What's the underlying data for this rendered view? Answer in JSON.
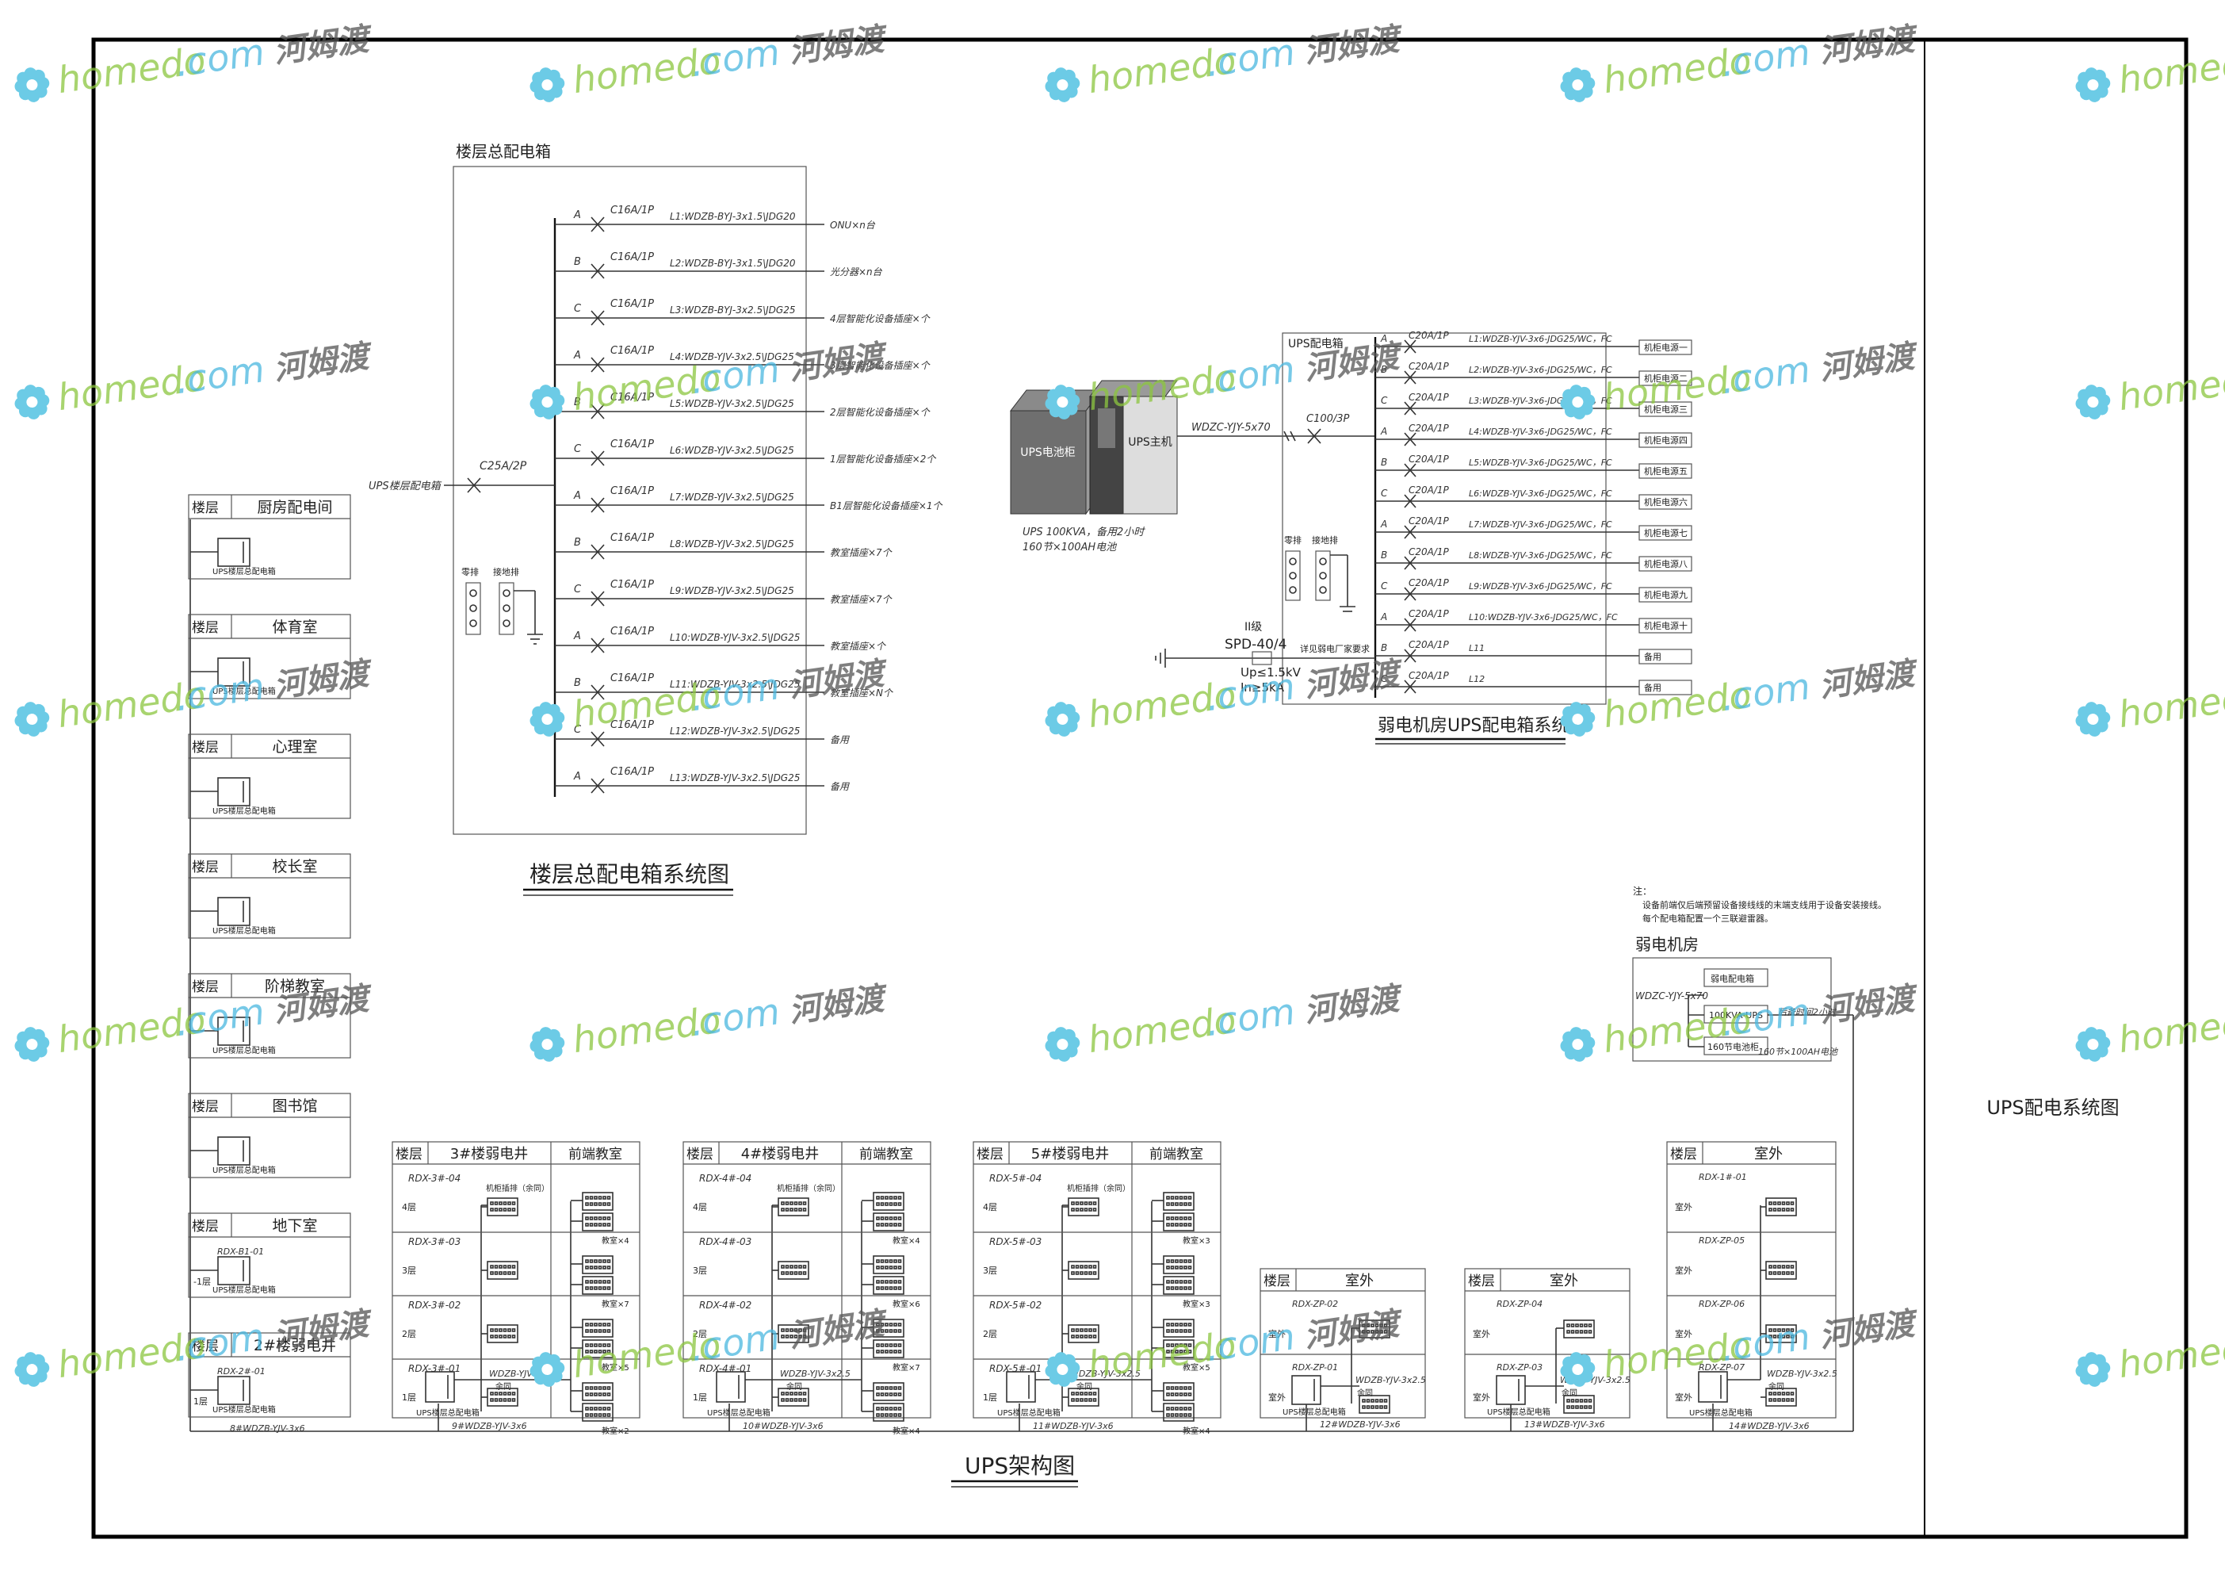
{
  "floor_panel": {
    "title": "楼层总配电箱",
    "caption": "楼层总配电箱系统图",
    "incoming": "UPS楼层配电箱",
    "main_breaker": "C25A/2P",
    "meter_labels": [
      "零排",
      "接地排"
    ],
    "circuits": [
      {
        "phase": "A",
        "breaker": "C16A/1P",
        "cable": "L1:WDZB-BYJ-3x1.5\\JDG20",
        "load": "ONU×n台"
      },
      {
        "phase": "B",
        "breaker": "C16A/1P",
        "cable": "L2:WDZB-BYJ-3x1.5\\JDG20",
        "load": "光分器×n台"
      },
      {
        "phase": "C",
        "breaker": "C16A/1P",
        "cable": "L3:WDZB-BYJ-3x2.5\\JDG25",
        "load": "4层智能化设备插座×个"
      },
      {
        "phase": "A",
        "breaker": "C16A/1P",
        "cable": "L4:WDZB-YJV-3x2.5\\JDG25",
        "load": "3层智能化设备插座×个"
      },
      {
        "phase": "B",
        "breaker": "C16A/1P",
        "cable": "L5:WDZB-YJV-3x2.5\\JDG25",
        "load": "2层智能化设备插座×个"
      },
      {
        "phase": "C",
        "breaker": "C16A/1P",
        "cable": "L6:WDZB-YJV-3x2.5\\JDG25",
        "load": "1层智能化设备插座×2个"
      },
      {
        "phase": "A",
        "breaker": "C16A/1P",
        "cable": "L7:WDZB-YJV-3x2.5\\JDG25",
        "load": "B1层智能化设备插座×1个"
      },
      {
        "phase": "B",
        "breaker": "C16A/1P",
        "cable": "L8:WDZB-YJV-3x2.5\\JDG25",
        "load": "教室插座×7个"
      },
      {
        "phase": "C",
        "breaker": "C16A/1P",
        "cable": "L9:WDZB-YJV-3x2.5\\JDG25",
        "load": "教室插座×7个"
      },
      {
        "phase": "A",
        "breaker": "C16A/1P",
        "cable": "L10:WDZB-YJV-3x2.5\\JDG25",
        "load": "教室插座×个"
      },
      {
        "phase": "B",
        "breaker": "C16A/1P",
        "cable": "L11:WDZB-YJV-3x2.5\\JDG25",
        "load": "教室插座×N个"
      },
      {
        "phase": "C",
        "breaker": "C16A/1P",
        "cable": "L12:WDZB-YJV-3x2.5\\JDG25",
        "load": "备用"
      },
      {
        "phase": "A",
        "breaker": "C16A/1P",
        "cable": "L13:WDZB-YJV-3x2.5\\JDG25",
        "load": "备用"
      }
    ]
  },
  "ups_room": {
    "caption": "弱电机房UPS配电箱系统图",
    "cabinet_battery": "UPS电池柜",
    "cabinet_host": "UPS主机",
    "ups_note_1": "UPS 100KVA，备用2小时",
    "ups_note_2": "160节×100AH电池",
    "feed_cable": "WDZC-YJY-5x70",
    "main_breaker": "C100/3P",
    "box_label": "UPS配电箱",
    "spd_class": "II级",
    "spd_model": "SPD-40/4",
    "spd_up": "Up≤1.5kV",
    "spd_in": "In≥5kA",
    "spd_note": "详见弱电厂家要求",
    "meter_labels": [
      "零排",
      "接地排"
    ],
    "circuits": [
      {
        "phase": "A",
        "breaker": "C20A/1P",
        "cable": "L1:WDZB-YJV-3x6-JDG25/WC，FC",
        "load": "机柜电源一"
      },
      {
        "phase": "B",
        "breaker": "C20A/1P",
        "cable": "L2:WDZB-YJV-3x6-JDG25/WC，FC",
        "load": "机柜电源二"
      },
      {
        "phase": "C",
        "breaker": "C20A/1P",
        "cable": "L3:WDZB-YJV-3x6-JDG25/WC，FC",
        "load": "机柜电源三"
      },
      {
        "phase": "A",
        "breaker": "C20A/1P",
        "cable": "L4:WDZB-YJV-3x6-JDG25/WC，FC",
        "load": "机柜电源四"
      },
      {
        "phase": "B",
        "breaker": "C20A/1P",
        "cable": "L5:WDZB-YJV-3x6-JDG25/WC，FC",
        "load": "机柜电源五"
      },
      {
        "phase": "C",
        "breaker": "C20A/1P",
        "cable": "L6:WDZB-YJV-3x6-JDG25/WC，FC",
        "load": "机柜电源六"
      },
      {
        "phase": "A",
        "breaker": "C20A/1P",
        "cable": "L7:WDZB-YJV-3x6-JDG25/WC，FC",
        "load": "机柜电源七"
      },
      {
        "phase": "B",
        "breaker": "C20A/1P",
        "cable": "L8:WDZB-YJV-3x6-JDG25/WC，FC",
        "load": "机柜电源八"
      },
      {
        "phase": "C",
        "breaker": "C20A/1P",
        "cable": "L9:WDZB-YJV-3x6-JDG25/WC，FC",
        "load": "机柜电源九"
      },
      {
        "phase": "A",
        "breaker": "C20A/1P",
        "cable": "L10:WDZB-YJV-3x6-JDG25/WC，FC",
        "load": "机柜电源十"
      },
      {
        "phase": "B",
        "breaker": "C20A/1P",
        "cable": "L11",
        "load": "备用"
      },
      {
        "phase": "C",
        "breaker": "C20A/1P",
        "cable": "L12",
        "load": "备用"
      }
    ]
  },
  "notes": {
    "head": "注：",
    "lines": [
      "设备前端仅后端预留设备接线线的末端支线用于设备安装接线。",
      "每个配电箱配置一个三联避雷器。"
    ],
    "room_title": "弱电机房",
    "cable": "WDZC-YJY-5x70",
    "box1": "弱电配电箱",
    "box2": "100KVA-UPS",
    "box3": "160节电池柜",
    "backup": "后备时间2小时",
    "battery": "160节×100AH电池"
  },
  "left_column": {
    "row_label": "楼层",
    "box_label": "UPS楼层总配电箱",
    "groups": [
      {
        "name": "厨房配电间"
      },
      {
        "name": "体育室"
      },
      {
        "name": "心理室"
      },
      {
        "name": "校长室"
      },
      {
        "name": "阶梯教室"
      },
      {
        "name": "图书馆"
      },
      {
        "name": "地下室",
        "id": "RDX-B1-01",
        "floor": "-1层"
      },
      {
        "name": "2#楼弱电井",
        "id": "RDX-2#-01",
        "floor": "1层",
        "cable": "8#WDZB-YJV-3x6"
      }
    ]
  },
  "architecture": {
    "caption": "UPS架构图",
    "row_label": "楼层",
    "front_label": "前端教室",
    "outdoor_label": "室外",
    "rack_label": "机柜插排（余同）",
    "spare": "余同",
    "sub_cable": "WDZB-YJV-3x2.5",
    "box_label": "UPS楼层总配电箱",
    "shafts": [
      {
        "name": "3#楼弱电井",
        "ids": [
          "RDX-3#-04",
          "RDX-3#-03",
          "RDX-3#-02",
          "RDX-3#-01"
        ],
        "floors": [
          "4层",
          "3层",
          "2层",
          "1层"
        ],
        "counts": [
          "教室×4",
          "教室×7",
          "教室×5",
          "教室×2"
        ],
        "cable": "9#WDZB-YJV-3x6"
      },
      {
        "name": "4#楼弱电井",
        "ids": [
          "RDX-4#-04",
          "RDX-4#-03",
          "RDX-4#-02",
          "RDX-4#-01"
        ],
        "floors": [
          "4层",
          "3层",
          "2层",
          "1层"
        ],
        "counts": [
          "教室×4",
          "教室×6",
          "教室×7",
          "教室×4"
        ],
        "cable": "10#WDZB-YJV-3x6"
      },
      {
        "name": "5#楼弱电井",
        "ids": [
          "RDX-5#-04",
          "RDX-5#-03",
          "RDX-5#-02",
          "RDX-5#-01"
        ],
        "floors": [
          "4层",
          "3层",
          "2层",
          "1层"
        ],
        "counts": [
          "教室×3",
          "教室×3",
          "教室×5",
          "教室×4"
        ],
        "cable": "11#WDZB-YJV-3x6"
      }
    ],
    "outdoor_small": [
      {
        "ids": [
          "RDX-ZP-02",
          "RDX-ZP-01"
        ],
        "floors": [
          "室外",
          "室外"
        ],
        "cable": "12#WDZB-YJV-3x6"
      },
      {
        "ids": [
          "RDX-ZP-04",
          "RDX-ZP-03"
        ],
        "floors": [
          "室外",
          "室外"
        ],
        "cable": "13#WDZB-YJV-3x6"
      }
    ],
    "outdoor_big": {
      "ids": [
        "RDX-1#-01",
        "RDX-ZP-05",
        "RDX-ZP-06",
        "RDX-ZP-07"
      ],
      "floors": [
        "室外",
        "室外",
        "室外",
        "室外"
      ],
      "cable": "14#WDZB-YJV-3x6"
    }
  },
  "title_block": {
    "title": "UPS配电系统图"
  },
  "watermark": {
    "text1": "homedo",
    "text2": ".com",
    "text3": "河姆渡"
  }
}
